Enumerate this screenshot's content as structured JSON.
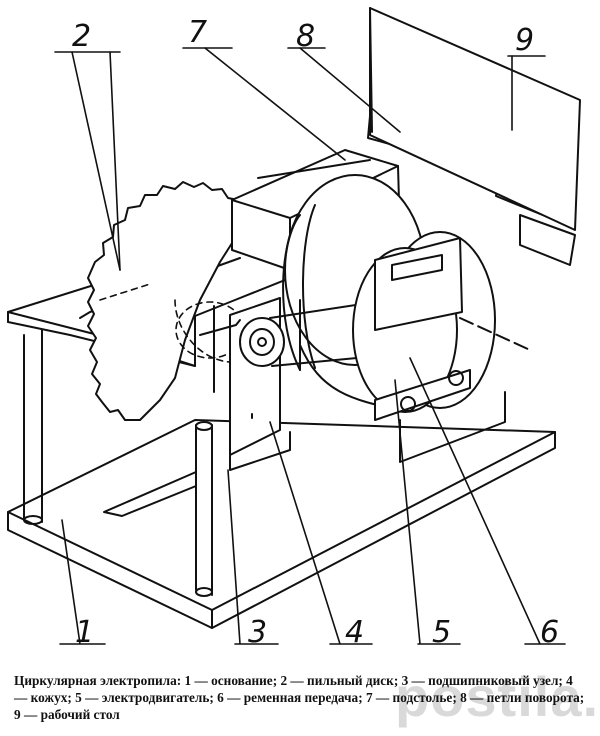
{
  "callouts": {
    "n1": "1",
    "n2": "2",
    "n3": "3",
    "n4": "4",
    "n5": "5",
    "n6": "6",
    "n7": "7",
    "n8": "8",
    "n9": "9"
  },
  "caption": "Циркулярная электропила: 1 — основание; 2 — пильный диск; 3 — подшипниковый узел; 4 — кожух; 5 — электродвигатель; 6 — ременная передача; 7 — подстолье; 8 — петли поворота; 9 — рабочий стол",
  "watermark": "postila.ru",
  "colors": {
    "ink": "#111111",
    "paper": "#ffffff"
  }
}
